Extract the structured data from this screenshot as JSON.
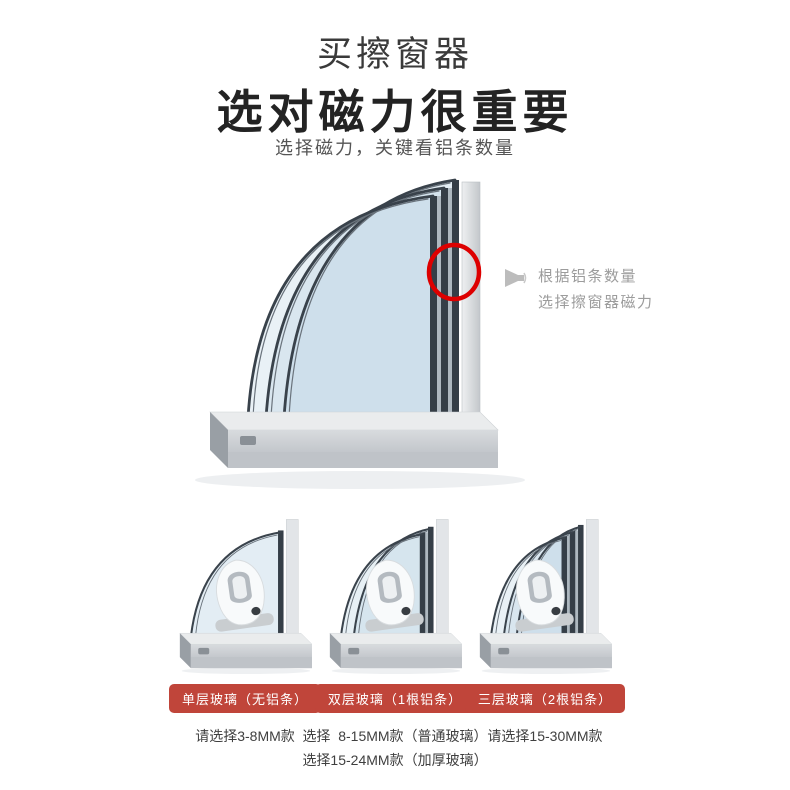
{
  "header": {
    "title": "买擦窗器",
    "subtitle": "选对磁力很重要",
    "tagline": "选择磁力，关键看铝条数量"
  },
  "callout": {
    "line1": "根据铝条数量",
    "line2": "选择擦窗器磁力"
  },
  "options": [
    {
      "badge": "单层玻璃（无铝条）",
      "desc_lines": [
        "请选择3-8MM款"
      ]
    },
    {
      "badge": "双层玻璃（1根铝条）",
      "desc_lines": [
        "选择  8-15MM款（普通玻璃）",
        "选择15-24MM款（加厚玻璃）"
      ]
    },
    {
      "badge": "三层玻璃（2根铝条）",
      "desc_lines": [
        "请选择15-30MM款"
      ]
    }
  ],
  "colors": {
    "badge_red": "#c0453a",
    "highlight_circle_red": "#dd0000",
    "glass_blue": "#bdd4e4",
    "frame_gray": "#c9cdd1"
  }
}
